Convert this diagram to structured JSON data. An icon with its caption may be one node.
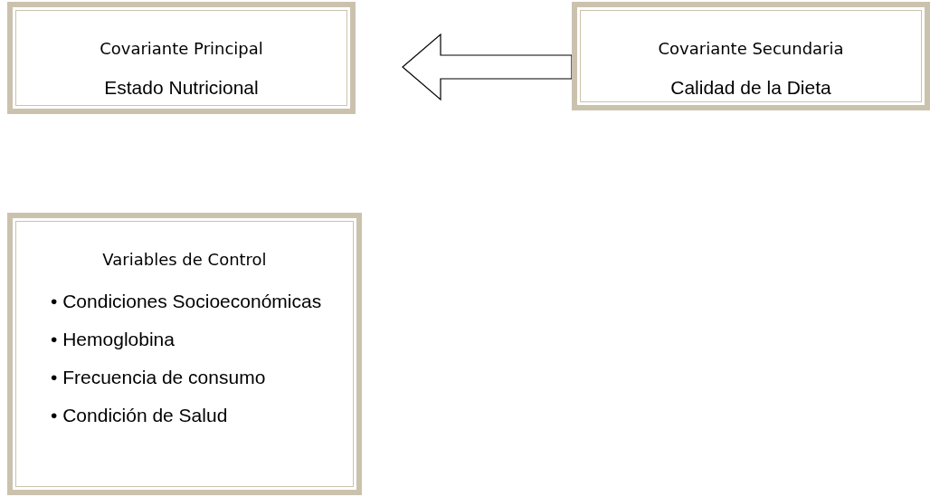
{
  "diagram": {
    "nodes": [
      {
        "text": [
          "Covariante Principal",
          "Estado Nutricional"
        ]
      },
      {
        "text": [
          "Covariante Secundaria",
          "Calidad de la Dieta"
        ]
      },
      {
        "text": [
          "Variables de Control",
          "• Condiciones Socioeconómicas",
          "• Hemoglobina",
          "• Frecuencia de consumo",
          "• Condición de Salud"
        ]
      }
    ],
    "edges": [
      {
        "from": 1,
        "to": 0,
        "arrow": "to"
      }
    ]
  }
}
